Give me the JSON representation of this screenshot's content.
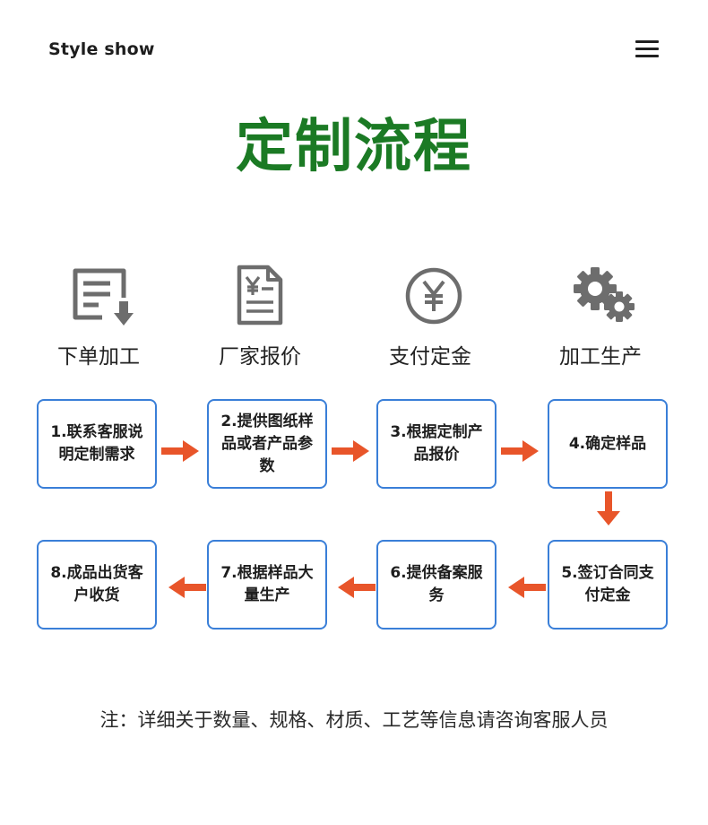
{
  "header": {
    "brand": "Style show",
    "menu_icon": "hamburger-menu-icon"
  },
  "title": "定制流程",
  "colors": {
    "title": "#1b7a24",
    "box_border": "#3a7fd8",
    "arrow": "#e8552a",
    "icon_gray": "#6d6d6d"
  },
  "steps": [
    {
      "label": "下单加工",
      "icon": "document-download-icon"
    },
    {
      "label": "厂家报价",
      "icon": "yen-document-icon"
    },
    {
      "label": "支付定金",
      "icon": "yen-coin-icon"
    },
    {
      "label": "加工生产",
      "icon": "gears-icon"
    }
  ],
  "flow": [
    {
      "id": 1,
      "text": "1.联系客服说明定制需求"
    },
    {
      "id": 2,
      "text": "2.提供图纸样品或者产品参数"
    },
    {
      "id": 3,
      "text": "3.根据定制产品报价"
    },
    {
      "id": 4,
      "text": "4.确定样品"
    },
    {
      "id": 5,
      "text": "5.签订合同支付定金"
    },
    {
      "id": 6,
      "text": "6.提供备案服务"
    },
    {
      "id": 7,
      "text": "7.根据样品大量生产"
    },
    {
      "id": 8,
      "text": "8.成品出货客户收货"
    }
  ],
  "note": "注：详细关于数量、规格、材质、工艺等信息请咨询客服人员"
}
